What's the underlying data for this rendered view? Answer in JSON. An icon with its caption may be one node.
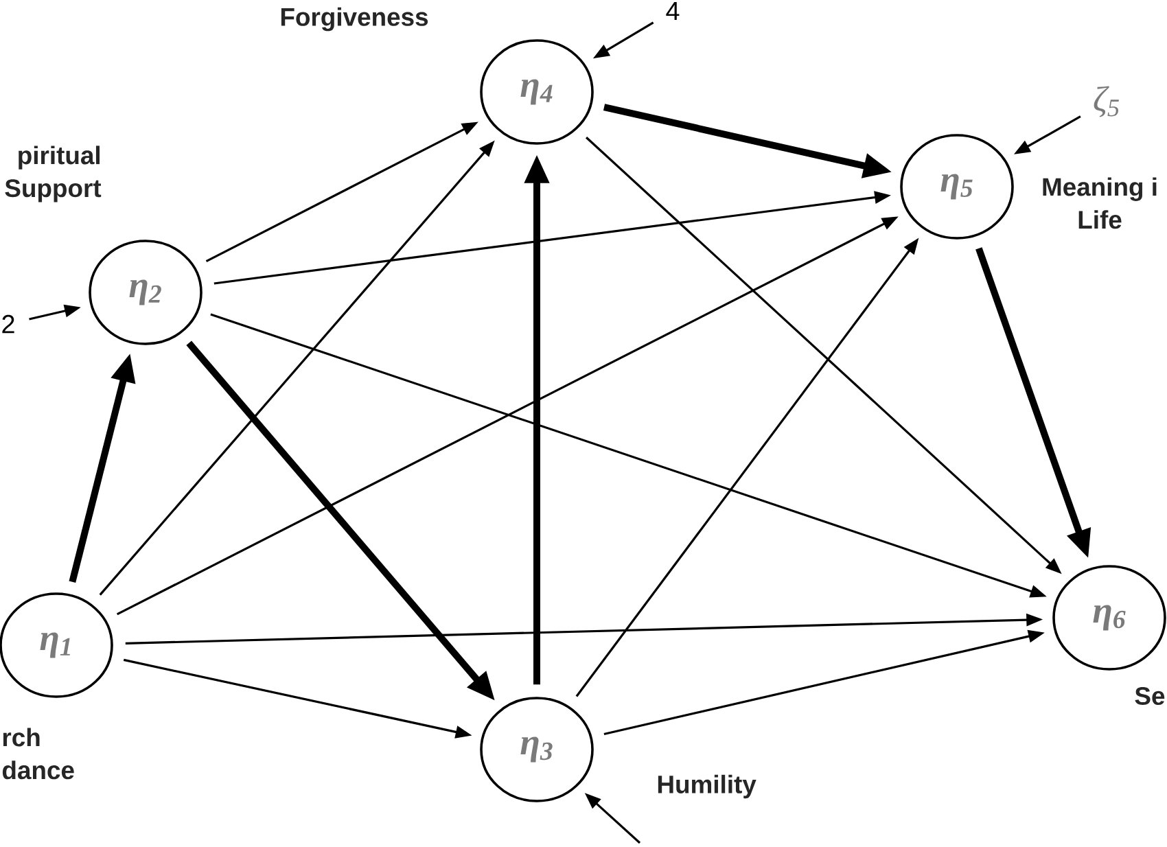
{
  "diagram": {
    "nodes": [
      {
        "text": [
          "η$_{1}$"
        ],
        "beside": [
          "rch dance"
        ]
      },
      {
        "text": [
          "η$_{2}$"
        ],
        "beside": [
          "piritual Support"
        ]
      },
      {
        "text": [
          "η$_{3}$"
        ],
        "beside": [
          "Humility"
        ]
      },
      {
        "text": [
          "η$_{4}$"
        ],
        "beside": [
          "Forgiveness"
        ]
      },
      {
        "text": [
          "η$_{5}$"
        ],
        "beside": [
          "Meaning i Life"
        ]
      },
      {
        "text": [
          "η$_{6}$"
        ],
        "beside": [
          "Se"
        ]
      },
      {
        "text": [
          "2"
        ]
      },
      {
        "text": [
          "4"
        ]
      },
      {
        "text": [
          "ζ$_{5}$"
        ]
      }
    ],
    "edges": [
      {
        "from": 0,
        "to": 1,
        "arrow": "to",
        "style": "thick"
      },
      {
        "from": 1,
        "to": 2,
        "arrow": "to",
        "style": "thick"
      },
      {
        "from": 2,
        "to": 3,
        "arrow": "to",
        "style": "thick"
      },
      {
        "from": 3,
        "to": 4,
        "arrow": "to",
        "style": "thick"
      },
      {
        "from": 4,
        "to": 5,
        "arrow": "to",
        "style": "thick"
      },
      {
        "from": 1,
        "to": 3,
        "arrow": "to"
      },
      {
        "from": 1,
        "to": 4,
        "arrow": "to"
      },
      {
        "from": 1,
        "to": 5,
        "arrow": "to"
      },
      {
        "from": 0,
        "to": 3,
        "arrow": "to"
      },
      {
        "from": 0,
        "to": 4,
        "arrow": "to"
      },
      {
        "from": 0,
        "to": 5,
        "arrow": "to"
      },
      {
        "from": 0,
        "to": 2,
        "arrow": "to"
      },
      {
        "from": 2,
        "to": 4,
        "arrow": "to"
      },
      {
        "from": 2,
        "to": 5,
        "arrow": "to"
      },
      {
        "from": 3,
        "to": 5,
        "arrow": "to"
      },
      {
        "from": 6,
        "to": 1,
        "arrow": "to"
      },
      {
        "from": 7,
        "to": 3,
        "arrow": "to"
      },
      {
        "from": 8,
        "to": 4,
        "arrow": "to"
      },
      {
        "from": null,
        "to": 2,
        "arrow": "to"
      }
    ]
  }
}
